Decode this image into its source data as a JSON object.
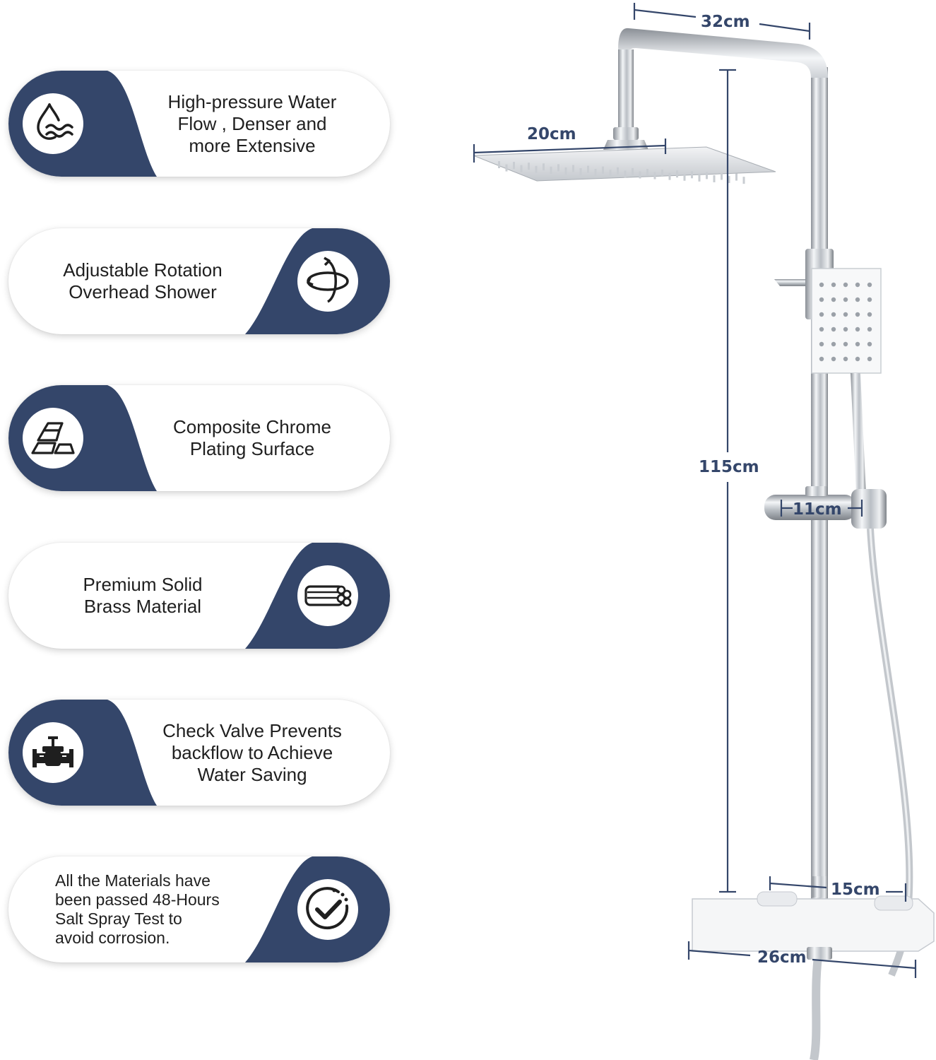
{
  "accent_color": "#34466a",
  "features": [
    {
      "text": "High-pressure Water\nFlow , Denser and\nmore Extensive",
      "icon": "water-drop-icon"
    },
    {
      "text": "Adjustable Rotation\nOverhead Shower",
      "icon": "rotation-arrows-icon"
    },
    {
      "text": "Composite Chrome\nPlating Surface",
      "icon": "metal-bars-icon"
    },
    {
      "text": "Premium Solid\nBrass Material",
      "icon": "brass-rods-icon"
    },
    {
      "text": "Check Valve Prevents\nbackflow to Achieve\nWater Saving",
      "icon": "check-valve-icon"
    },
    {
      "text": "All the Materials have\nbeen passed 48-Hours\nSalt Spray Test to\navoid corrosion.",
      "icon": "checkmark-circle-icon"
    }
  ],
  "dimensions": {
    "arm_width": "32cm",
    "head_width": "20cm",
    "column_height": "115cm",
    "slider_width": "11cm",
    "valve_spacing": "15cm",
    "mixer_width": "26cm"
  }
}
